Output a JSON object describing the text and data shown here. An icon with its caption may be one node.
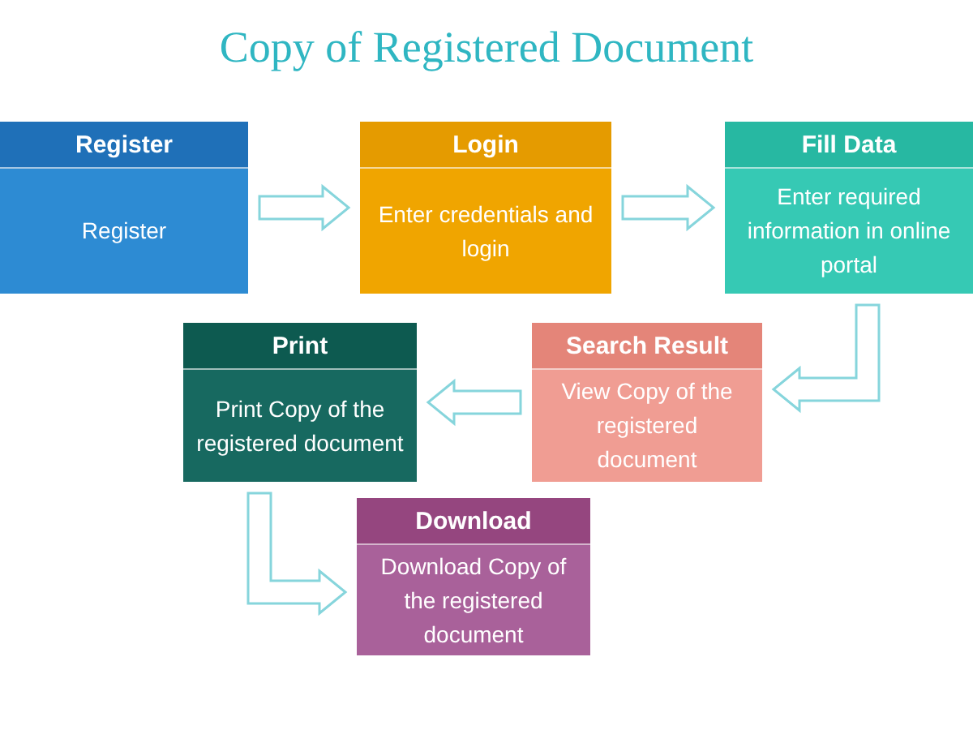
{
  "diagram": {
    "title": "Copy of Registered Document",
    "nodes": [
      {
        "text": [
          "Register",
          "Register"
        ]
      },
      {
        "text": [
          "Login",
          "Enter credentials and login"
        ]
      },
      {
        "text": [
          "Fill Data",
          "Enter required information in online portal"
        ]
      },
      {
        "text": [
          "Print",
          "Print Copy of the registered document"
        ]
      },
      {
        "text": [
          "Search Result",
          "View Copy of the registered document"
        ]
      },
      {
        "text": [
          "Download",
          "Download Copy of the registered document"
        ]
      }
    ],
    "edges": [
      {
        "from": 0,
        "to": 1,
        "arrow": "to"
      },
      {
        "from": 1,
        "to": 2,
        "arrow": "to"
      },
      {
        "from": 2,
        "to": 4,
        "arrow": "to"
      },
      {
        "from": 4,
        "to": 3,
        "arrow": "to"
      },
      {
        "from": 3,
        "to": 5,
        "arrow": "to"
      }
    ]
  }
}
